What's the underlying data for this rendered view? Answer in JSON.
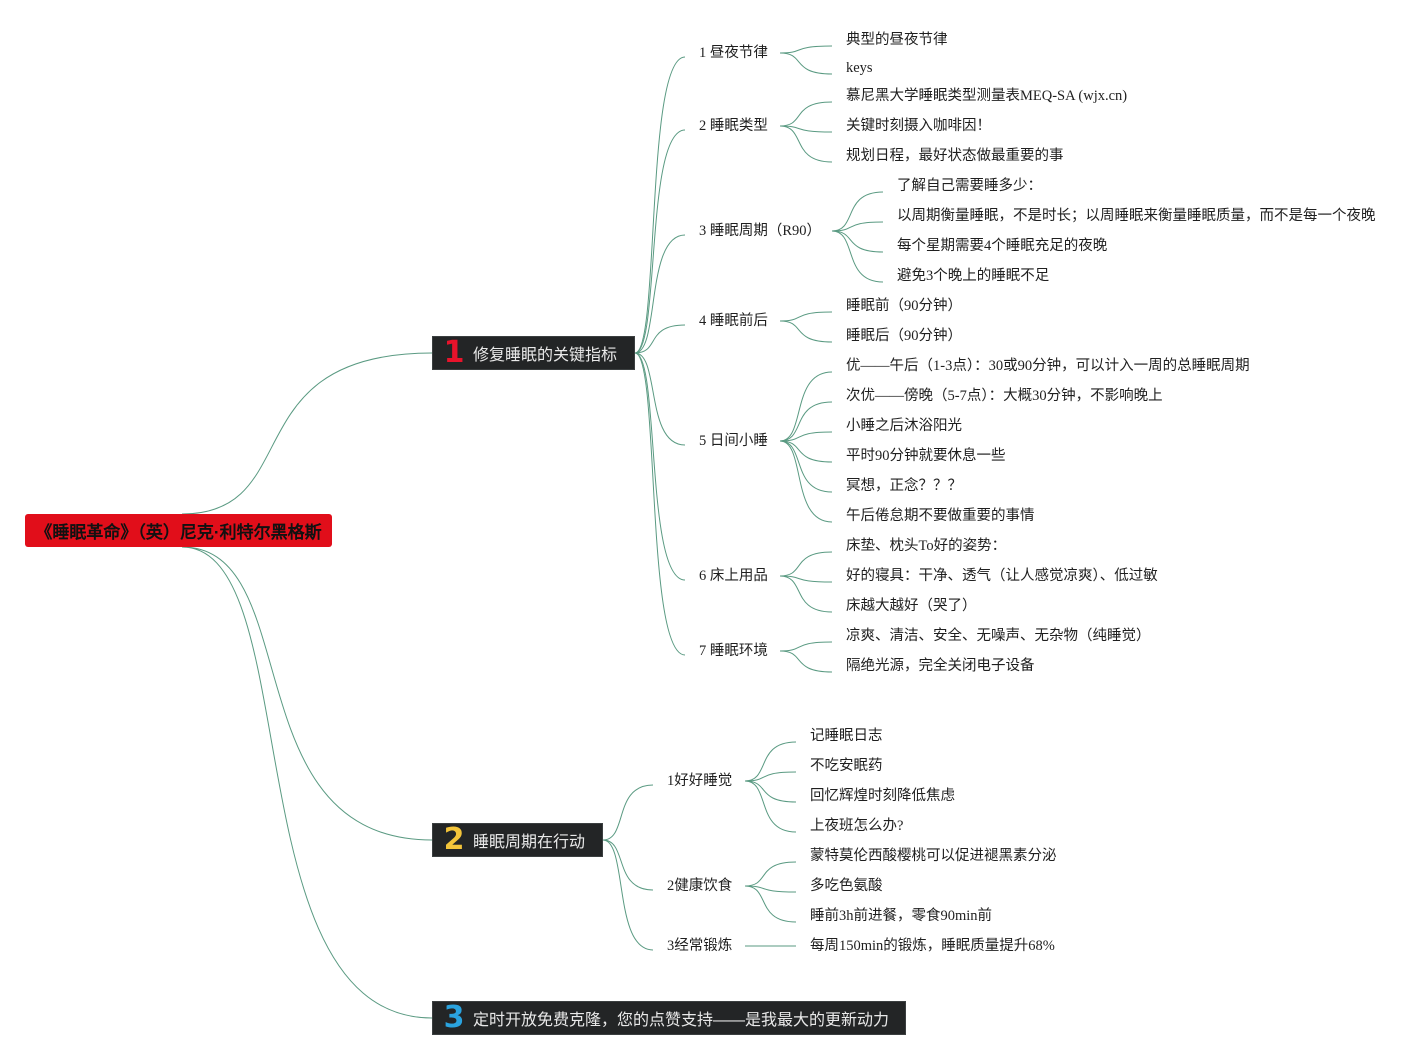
{
  "root": {
    "label": "《睡眠革命》（英）尼克·利特尔黑格斯"
  },
  "colors": {
    "root_bg": "#e10e1a",
    "branch_bg": "#232526",
    "line": "#5a9a82",
    "num1": "#e8132b",
    "num2": "#f3c43a",
    "num3": "#2aa3df"
  },
  "branches": [
    {
      "num": "1",
      "label": "修复睡眠的关键指标",
      "children": [
        {
          "label": "1 昼夜节律",
          "children": [
            "典型的昼夜节律",
            "keys"
          ]
        },
        {
          "label": "2 睡眠类型",
          "children": [
            "慕尼黑大学睡眠类型测量表MEQ-SA (wjx.cn)",
            "关键时刻摄入咖啡因！",
            "规划日程，最好状态做最重要的事"
          ]
        },
        {
          "label": "3 睡眠周期（R90）",
          "children": [
            "了解自己需要睡多少：",
            "以周期衡量睡眠，不是时长；以周睡眠来衡量睡眠质量，而不是每一个夜晚",
            "每个星期需要4个睡眠充足的夜晚",
            "避免3个晚上的睡眠不足"
          ]
        },
        {
          "label": "4 睡眠前后",
          "children": [
            "睡眠前（90分钟）",
            "睡眠后（90分钟）"
          ]
        },
        {
          "label": "5 日间小睡",
          "children": [
            "优——午后（1-3点）：30或90分钟，可以计入一周的总睡眠周期",
            "次优——傍晚（5-7点）：大概30分钟，不影响晚上",
            "小睡之后沐浴阳光",
            "平时90分钟就要休息一些",
            "冥想，正念？？？",
            "午后倦怠期不要做重要的事情"
          ]
        },
        {
          "label": "6 床上用品",
          "children": [
            "床垫、枕头To好的姿势：",
            "好的寝具：干净、透气（让人感觉凉爽）、低过敏",
            "床越大越好（哭了）"
          ]
        },
        {
          "label": "7 睡眠环境",
          "children": [
            "凉爽、清洁、安全、无噪声、无杂物（纯睡觉）",
            "隔绝光源，完全关闭电子设备"
          ]
        }
      ]
    },
    {
      "num": "2",
      "label": "睡眠周期在行动",
      "children": [
        {
          "label": "1好好睡觉",
          "children": [
            "记睡眠日志",
            "不吃安眠药",
            "回忆辉煌时刻降低焦虑",
            "上夜班怎么办?"
          ]
        },
        {
          "label": "2健康饮食",
          "children": [
            "蒙特莫伦西酸樱桃可以促进褪黑素分泌",
            "多吃色氨酸",
            "睡前3h前进餐，零食90min前"
          ]
        },
        {
          "label": "3经常锻炼",
          "children": [
            "每周150min的锻炼，睡眠质量提升68%"
          ]
        }
      ]
    },
    {
      "num": "3",
      "label": "定时开放免费克隆，您的点赞支持——是我最大的更新动力",
      "children": []
    }
  ]
}
